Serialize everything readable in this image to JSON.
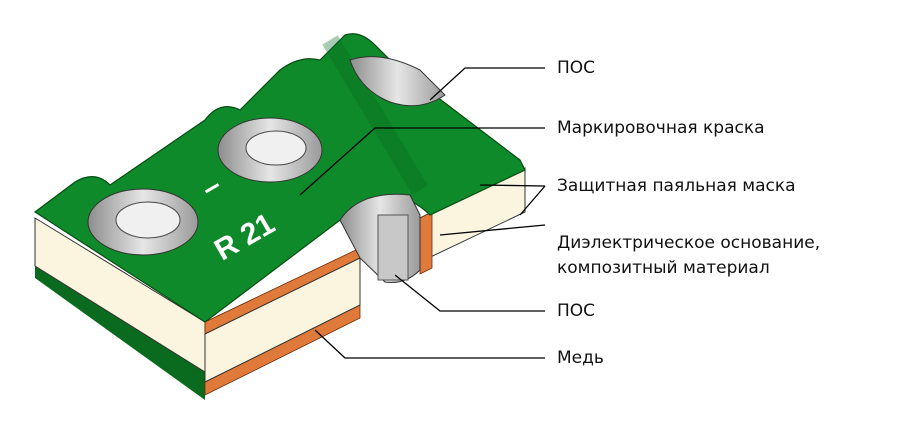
{
  "title": "PCB cross-section diagram",
  "labels": {
    "pos_top": "ПОС",
    "marking_paint": "Маркировочная краска",
    "solder_mask": "Защитная паяльная маска",
    "dielectric_line1": "Диэлектрическое основание,",
    "dielectric_line2": "композитный материал",
    "pos_bottom": "ПОС",
    "copper": "Медь"
  },
  "board_marking": {
    "designator": "R 21",
    "polarity": "–"
  },
  "colors": {
    "mask_green": "#0f8a2a",
    "mask_dark": "#0a6b1f",
    "dielectric": "#fbf5df",
    "copper": "#e07a3a",
    "tin": "#b8b8b8"
  }
}
